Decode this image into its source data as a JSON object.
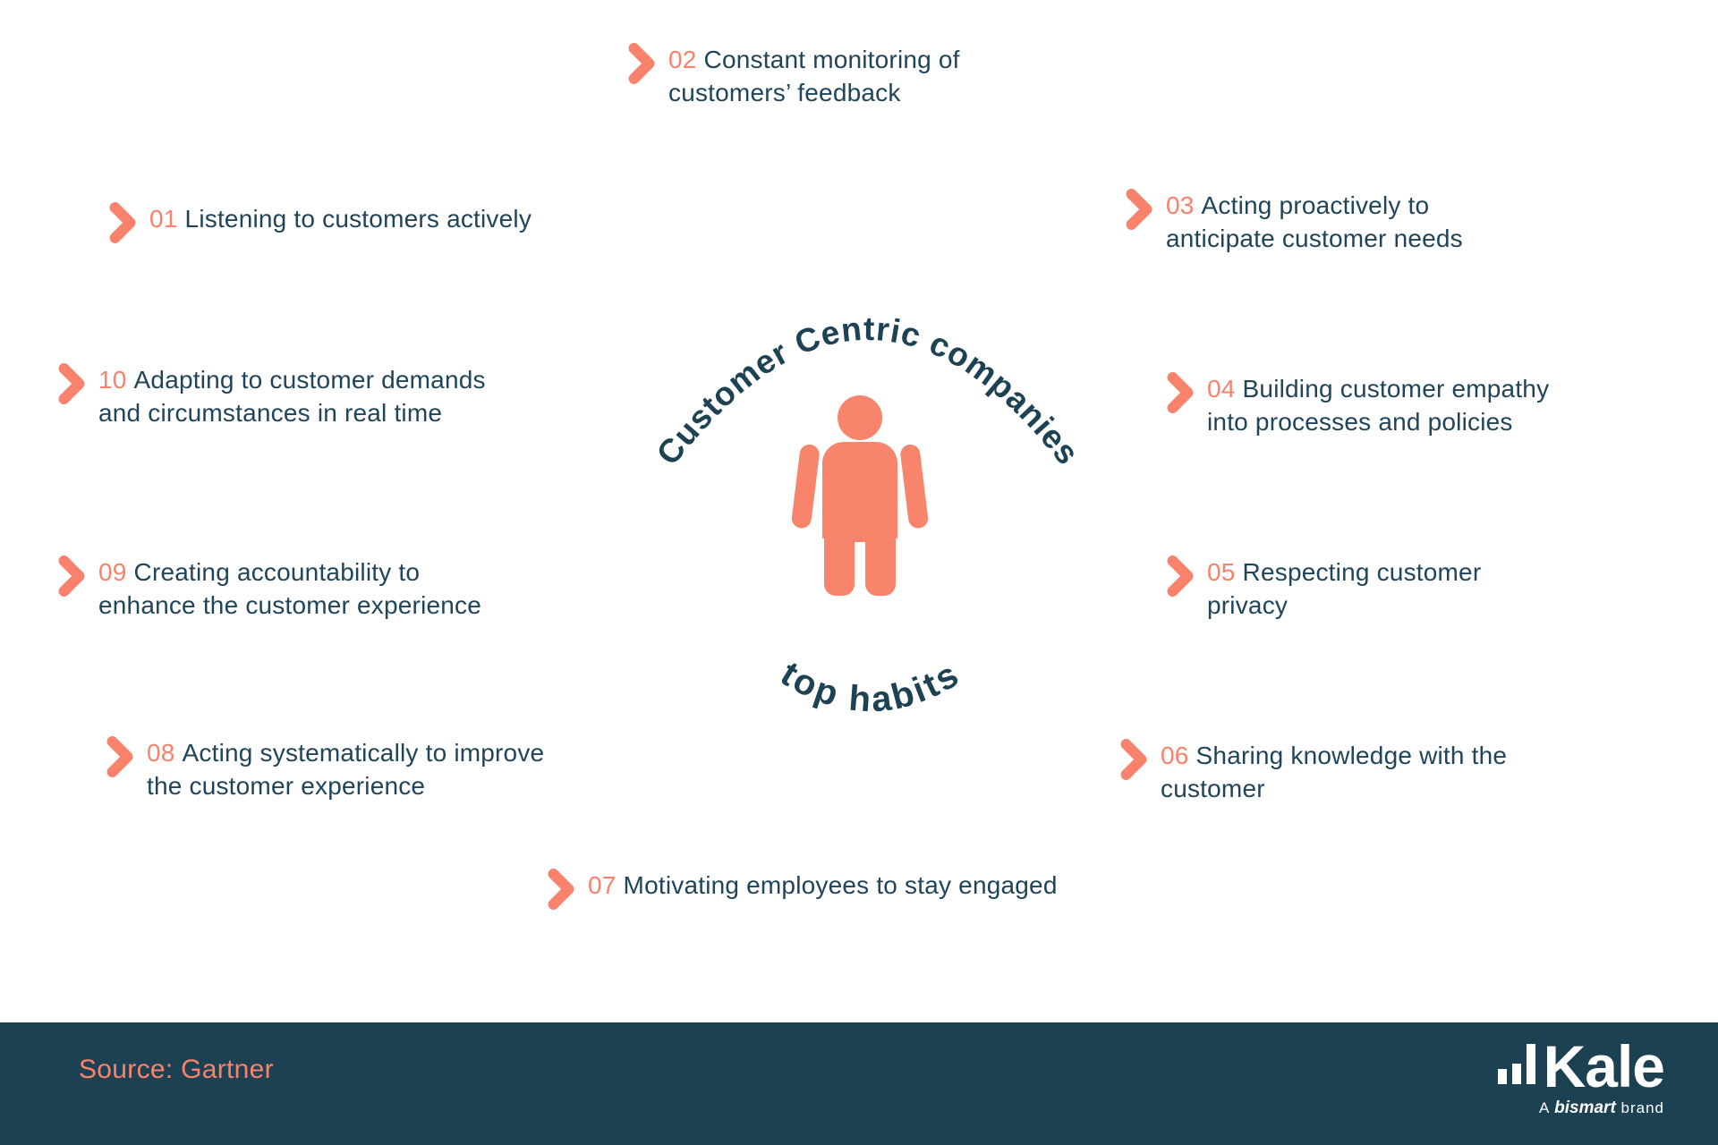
{
  "colors": {
    "accent_coral": "#F8826B",
    "navy_text": "#20455A",
    "footer_background": "#1C4153",
    "logo_white": "#FFFFFF"
  },
  "center": {
    "arc_title": "Customer Centric companies",
    "arc_subtitle": "top habits"
  },
  "habits": [
    {
      "num": "01",
      "text": "Listening to customers actively"
    },
    {
      "num": "02",
      "text": "Constant monitoring of\ncustomers’ feedback"
    },
    {
      "num": "03",
      "text": "Acting proactively to\nanticipate customer needs"
    },
    {
      "num": "04",
      "text": "Building customer empathy\ninto processes and policies"
    },
    {
      "num": "05",
      "text": "Respecting customer\nprivacy"
    },
    {
      "num": "06",
      "text": "Sharing knowledge with the\ncustomer"
    },
    {
      "num": "07",
      "text": "Motivating employees to stay engaged"
    },
    {
      "num": "08",
      "text": "Acting systematically to improve\nthe customer experience"
    },
    {
      "num": "09",
      "text": "Creating accountability to\nenhance the customer experience"
    },
    {
      "num": "10",
      "text": "Adapting to customer demands\nand circumstances in real time"
    }
  ],
  "footer": {
    "source": "Source: Gartner",
    "logo_text": "Kale",
    "tagline_prefix": "A",
    "tagline_brand": "bismart",
    "tagline_suffix": "brand"
  },
  "icons": {
    "chevron": "chevron-right-icon",
    "person": "person-icon",
    "logo_bars": "bar-chart-icon"
  }
}
